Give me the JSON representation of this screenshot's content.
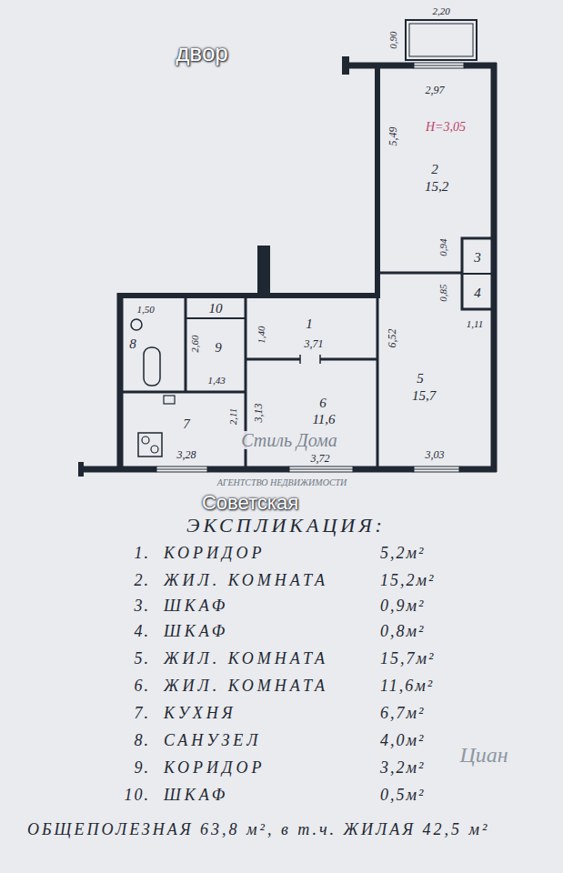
{
  "diagram": {
    "nodes": [
      {
        "text": [
          "1"
        ]
      },
      {
        "text": [
          "2",
          "15,2"
        ]
      },
      {
        "text": [
          "3"
        ]
      },
      {
        "text": [
          "4"
        ]
      },
      {
        "text": [
          "5",
          "15,7"
        ]
      },
      {
        "text": [
          "6",
          "11,6"
        ]
      },
      {
        "text": [
          "7"
        ]
      },
      {
        "text": [
          "8"
        ]
      },
      {
        "text": [
          "9"
        ]
      },
      {
        "text": [
          "10"
        ]
      }
    ],
    "labels": [
      "двор",
      "2,20",
      "0,90",
      "2,97",
      "H=3,05",
      "5,49",
      "0,94",
      "0,85",
      "1,11",
      "6,52",
      "3,03",
      "3,71",
      "1,40",
      "3,13",
      "3,72",
      "1,50",
      "2,60",
      "1,43",
      "2,11",
      "3,28",
      "Стиль Дома",
      "АГЕНТСТВО НЕДВИЖИМОСТИ",
      "Советская",
      "ЭКСПЛИКАЦИЯ:",
      "1.",
      "КОРИДОР",
      "5,2м²",
      "2.",
      "ЖИЛ. КОМНАТА",
      "15,2м²",
      "3.",
      "ШКАФ",
      "0,9м²",
      "4.",
      "ШКАФ",
      "0,8м²",
      "5.",
      "ЖИЛ. КОМНАТА",
      "15,7м²",
      "6.",
      "ЖИЛ. КОМНАТА",
      "11,6м²",
      "7.",
      "КУХНЯ",
      "6,7м²",
      "8.",
      "САНУЗЕЛ",
      "4,0м²",
      "9.",
      "КОРИДОР",
      "3,2м²",
      "10.",
      "ШКАФ",
      "0,5м²",
      "ОБЩЕПОЛЕЗНАЯ 63,8 м², в т.ч. ЖИЛАЯ 42,5 м²",
      "Циан"
    ]
  }
}
